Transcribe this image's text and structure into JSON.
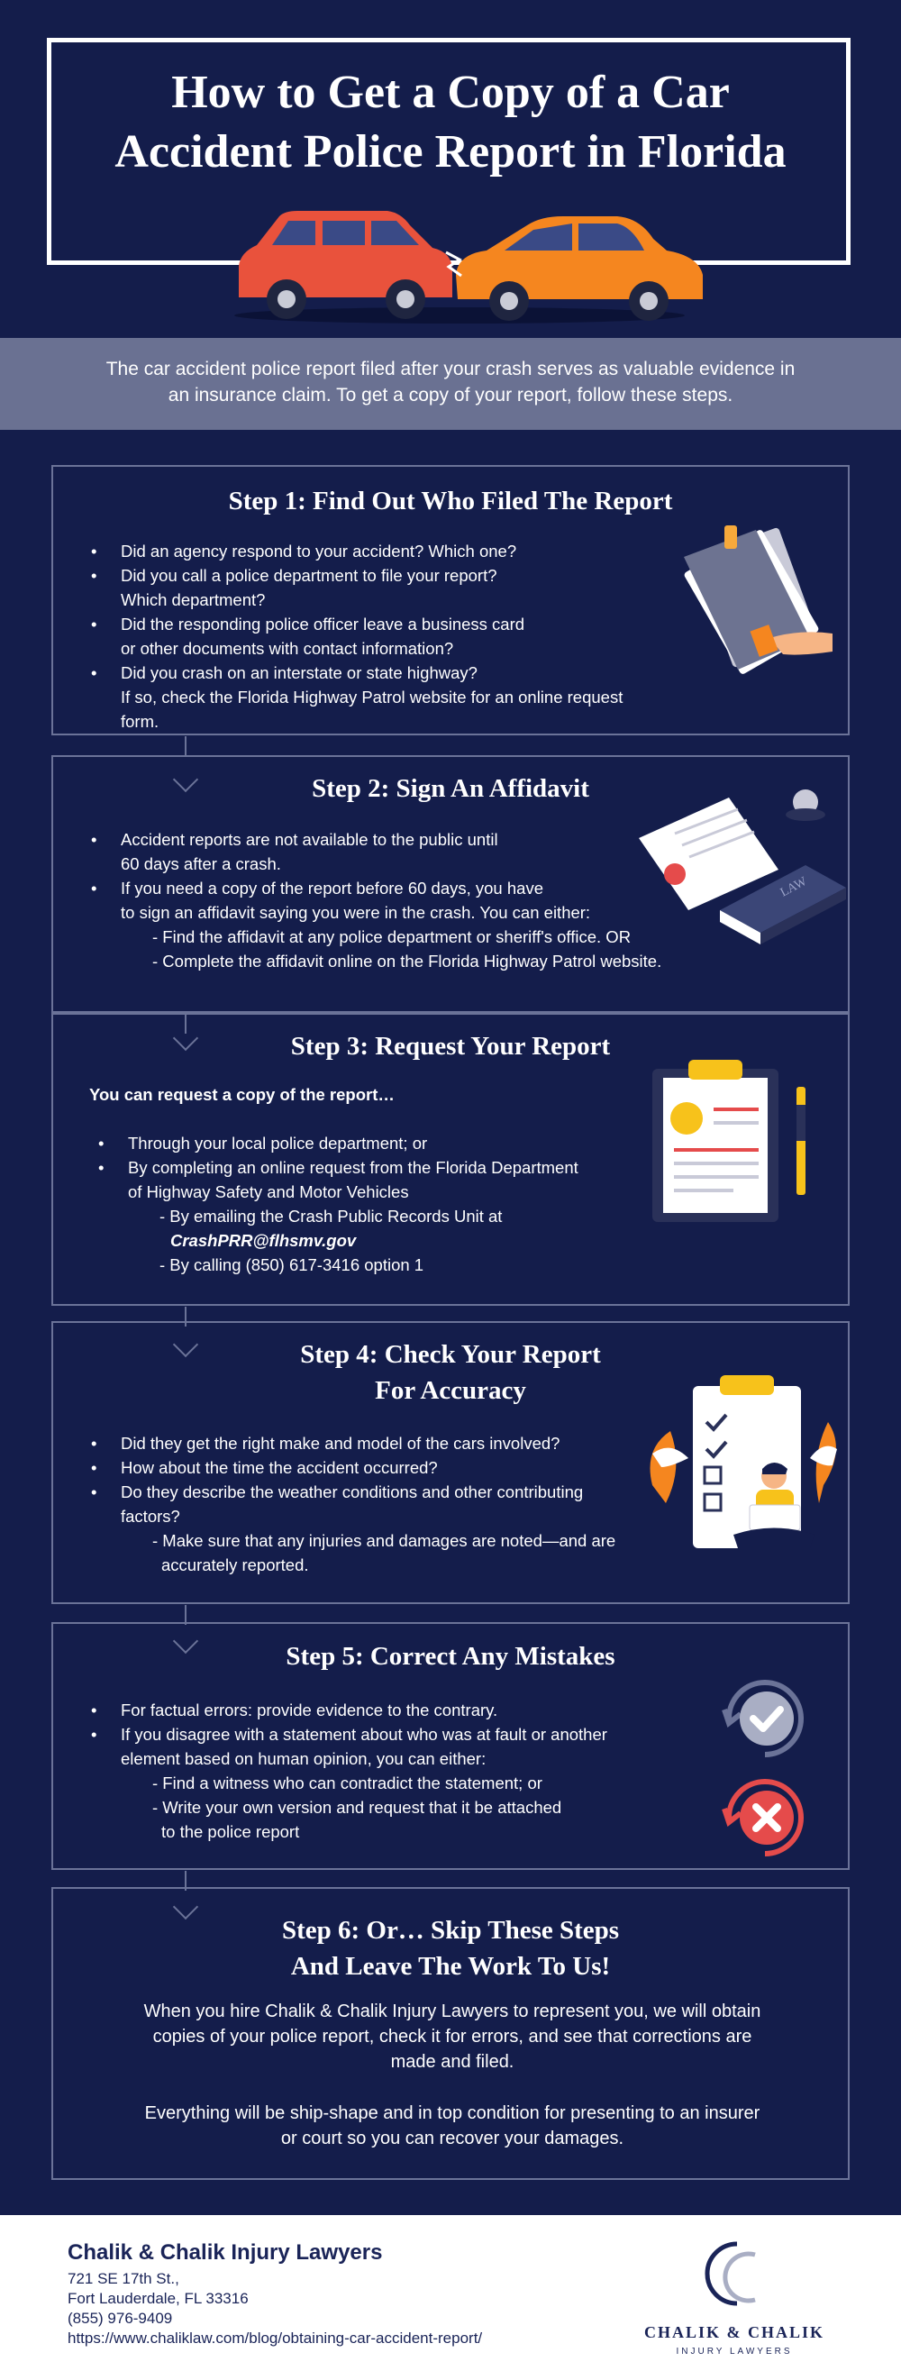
{
  "header": {
    "title_line1": "How to Get a Copy of a Car",
    "title_line2": "Accident Police Report in Florida"
  },
  "intro": {
    "line1": "The car accident police report filed after your crash serves as valuable evidence in",
    "line2": "an insurance claim. To get a copy of your report, follow these steps."
  },
  "step1": {
    "title": "Step 1: Find Out Who Filed The Report",
    "lines": [
      "Did an agency respond to your accident? Which one?",
      "Did you call a police department to file your report?",
      "Which department?",
      "Did the responding police officer leave a business card",
      "or other documents with contact information?",
      "Did you crash on an interstate or state highway?",
      "If so, check the Florida Highway Patrol website for an online request form."
    ]
  },
  "step2": {
    "title": "Step 2: Sign An Affidavit",
    "lines": [
      "Accident reports are not available to the public until",
      "60 days after a crash.",
      "If you need a copy of the report before 60 days, you have",
      "to sign an affidavit saying you were in the crash. You can either:",
      "- Find the affidavit at any police department or sheriff's office. OR",
      "- Complete the affidavit online on the Florida Highway Patrol website."
    ],
    "law_label": "LAW"
  },
  "step3": {
    "title": "Step 3: Request Your Report",
    "lead": "You can request a copy of the report…",
    "lines": [
      "Through your local police department; or",
      "By completing an online request from the Florida Department",
      "of Highway Safety and Motor Vehicles",
      "- By emailing the Crash Public Records Unit at",
      "CrashPRR@flhsmv.gov",
      "- By calling (850) 617-3416 option 1"
    ]
  },
  "step4": {
    "title_line1": "Step 4: Check Your Report",
    "title_line2": "For Accuracy",
    "lines": [
      "Did they get the right make and model of the cars involved?",
      "How about the time the accident occurred?",
      "Do they describe the weather conditions and other contributing",
      "factors?",
      "- Make sure that any injuries and damages are noted—and are",
      "accurately reported."
    ]
  },
  "step5": {
    "title": "Step 5: Correct Any Mistakes",
    "lines": [
      "For factual errors: provide evidence to the contrary.",
      "If you disagree with a statement about who was at fault or another",
      "element based on human opinion, you can either:",
      "- Find a witness who can contradict the statement; or",
      "- Write your own version and request that it be attached",
      "to the police report"
    ]
  },
  "step6": {
    "title_line1": "Step 6: Or… Skip These Steps",
    "title_line2": "And Leave The Work To Us!",
    "para1_line1": "When you hire Chalik & Chalik Injury Lawyers to represent you, we will obtain",
    "para1_line2": "copies of your police report, check it for errors, and see that corrections are",
    "para1_line3": "made and filed.",
    "para2_line1": "Everything will be ship-shape and in top condition for presenting to an insurer",
    "para2_line2": "or court so you can recover your damages."
  },
  "footer": {
    "firm": "Chalik & Chalik Injury Lawyers",
    "street": "721 SE 17th St.,",
    "city": "Fort Lauderdale, FL 33316",
    "phone": "(855) 976-9409",
    "url": "https://www.chaliklaw.com/blog/obtaining-car-accident-report/",
    "logo_monogram": "CC",
    "logo_name": "CHALIK & CHALIK",
    "logo_tag": "INJURY LAWYERS"
  },
  "colors": {
    "background": "#141d4b",
    "box_border": "#6b7398",
    "intro_band": "#6a7192",
    "car_left": "#e9523c",
    "car_right": "#f5861f",
    "check": "#a9aec4",
    "cross": "#e54b4b"
  },
  "icons": {
    "step1": "folder-documents-icon",
    "step2": "affidavit-law-book-icon",
    "step3": "clipboard-report-icon",
    "step4": "checklist-person-icon",
    "step5_a": "check-circle-icon",
    "step5_b": "cross-circle-icon"
  }
}
